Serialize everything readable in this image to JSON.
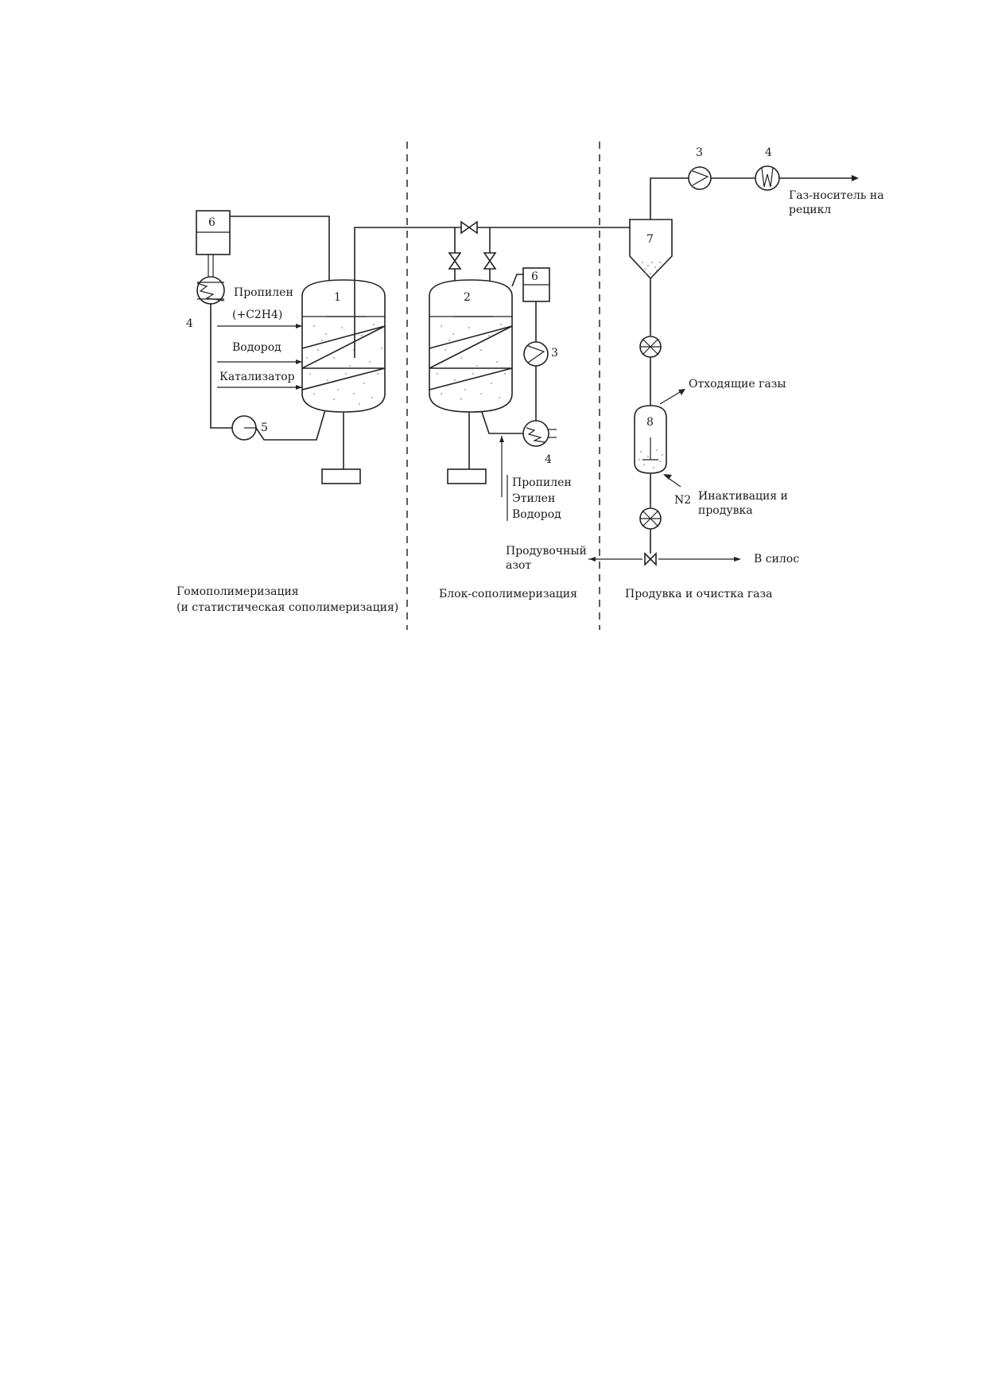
{
  "sections": {
    "homopolymerization_line1": "Гомополимеризация",
    "homopolymerization_line2": "(и статистическая сополимеризация)",
    "block_copolymerization": "Блок-сополимеризация",
    "purge_gas_cleaning": "Продувка и очистка газа"
  },
  "labels": {
    "propylene": "Пропилен",
    "ethylene_formula": "(+C2H4)",
    "hydrogen": "Водород",
    "catalyst": "Катализатор",
    "feed2_propylene": "Пропилен",
    "feed2_ethylene": "Этилен",
    "feed2_hydrogen": "Водород",
    "carrier_gas_line1": "Газ-носитель на",
    "carrier_gas_line2": "рецикл",
    "off_gases": "Отходящие газы",
    "nitrogen": "N2",
    "inactivation_line1": "Инактивация и",
    "inactivation_line2": "продувка",
    "purge_nitrogen_line1": "Продувочный",
    "purge_nitrogen_line2": "азот",
    "to_silo": "В силос"
  },
  "numbers": {
    "r1": "1",
    "r2": "2",
    "cyclone": "7",
    "vessel8": "8",
    "box6_left": "6",
    "box6_mid": "6",
    "hx4_left": "4",
    "hx4_mid": "4",
    "hx4_top": "4",
    "pump5": "5",
    "comp3_mid": "3",
    "comp3_top": "3"
  }
}
